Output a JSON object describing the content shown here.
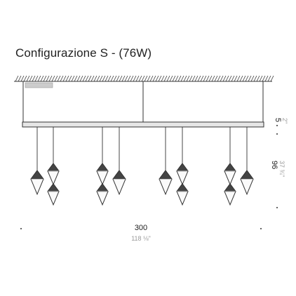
{
  "title": "Configurazione S - (76W)",
  "dimensions": {
    "width_cm": "300",
    "width_in": "118 ⅛\"",
    "drop_cm": "96",
    "drop_in": "37 ¾\"",
    "thickness_cm": "5",
    "thickness_in": "2\""
  },
  "pendants": {
    "count": 8,
    "pattern": [
      "single",
      "double",
      "double",
      "single",
      "single",
      "double",
      "double",
      "single"
    ]
  },
  "colors": {
    "line": "#333333",
    "gray": "#bbbbbb"
  }
}
